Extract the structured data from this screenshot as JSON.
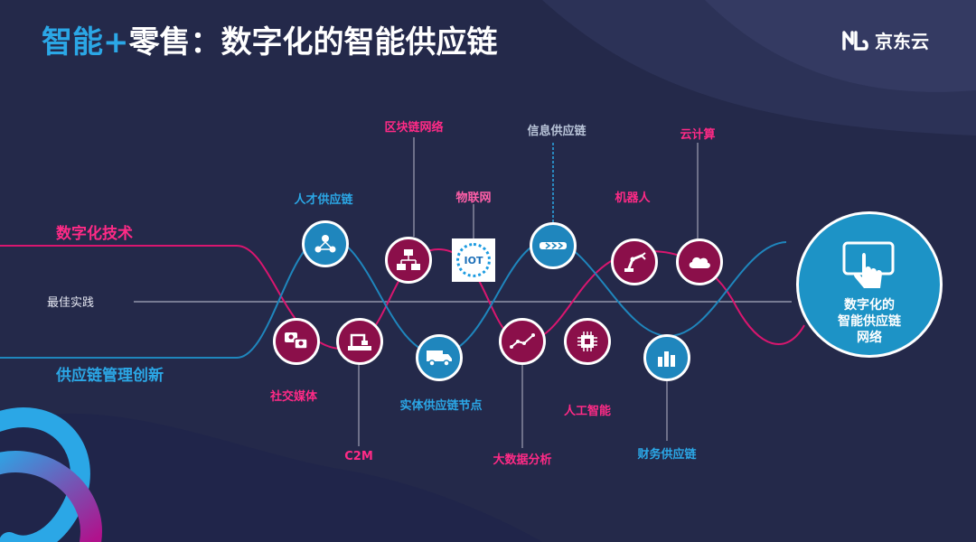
{
  "title": {
    "part1": "智能+",
    "part2": "零售：数字化的智能供应链"
  },
  "brand": {
    "name": "京东云",
    "icon": "jdcloud-logo-icon"
  },
  "side_labels": {
    "tech": "数字化技术",
    "best": "最佳实践",
    "supply": "供应链管理创新"
  },
  "center": {
    "lines": [
      "数字化的",
      "智能供应链",
      "网络"
    ],
    "icon": "touch-screen-icon"
  },
  "colors": {
    "magenta": "#ff2a86",
    "blue": "#2ba7e6",
    "node_magenta": "#8b0f4a",
    "node_blue": "#1f86bd",
    "background": "#24294a"
  },
  "nodes": [
    {
      "label": "人才供应链",
      "icon": "people-network-icon"
    },
    {
      "label": "社交媒体",
      "icon": "chat-people-icon"
    },
    {
      "label": "区块链网络",
      "icon": "blockchain-computers-icon"
    },
    {
      "label": "C2M",
      "icon": "factory-robot-icon"
    },
    {
      "label": "物联网",
      "icon": "iot-logo"
    },
    {
      "label": "实体供应链节点",
      "icon": "truck-icon"
    },
    {
      "label": "大数据分析",
      "icon": "trend-line-icon"
    },
    {
      "label": "信息供应链",
      "icon": "arrows-forward-icon"
    },
    {
      "label": "人工智能",
      "icon": "chip-icon"
    },
    {
      "label": "机器人",
      "icon": "robot-arm-icon"
    },
    {
      "label": "财务供应链",
      "icon": "bar-chart-icon"
    },
    {
      "label": "云计算",
      "icon": "cloud-icon"
    }
  ]
}
